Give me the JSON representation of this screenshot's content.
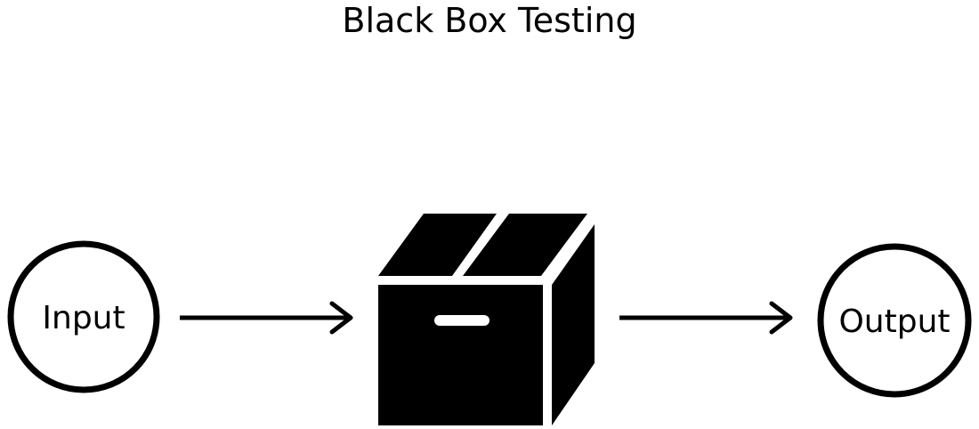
{
  "title": "Black Box Testing",
  "nodes": {
    "input": {
      "label": "Input"
    },
    "output": {
      "label": "Output"
    }
  },
  "icons": {
    "box": "cardboard-box-icon",
    "arrow": "right-arrow-icon"
  },
  "colors": {
    "foreground": "#000000",
    "background": "#ffffff"
  }
}
